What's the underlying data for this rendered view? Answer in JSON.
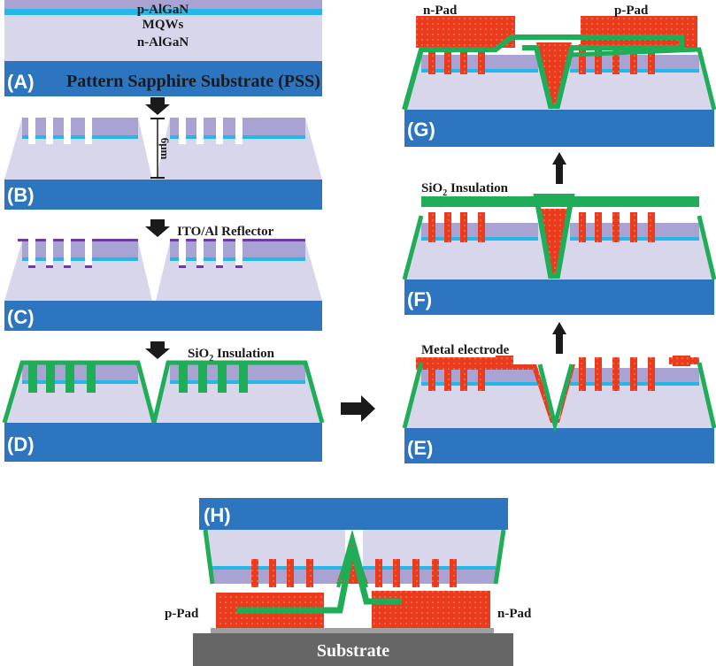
{
  "panels": {
    "A": {
      "label": "(A)",
      "layer_top": "p-AlGaN",
      "layer_mid": "MQWs",
      "layer_bottom": "n-AlGaN",
      "substrate": "Pattern Sapphire Substrate (PSS)"
    },
    "B": {
      "label": "(B)",
      "dimension": "6μm"
    },
    "C": {
      "label": "(C)",
      "step": "ITO/Al Reflector"
    },
    "D": {
      "label": "(D)",
      "step_prefix": "SiO",
      "step_sub": "2",
      "step_suffix": " Insulation"
    },
    "E": {
      "label": "(E)",
      "step": "Metal electrode"
    },
    "F": {
      "label": "(F)",
      "step_prefix": "SiO",
      "step_sub": "2",
      "step_suffix": " Insulation"
    },
    "G": {
      "label": "(G)",
      "n_pad": "n-Pad",
      "p_pad": "p-Pad"
    },
    "H": {
      "label": "(H)",
      "p_pad": "p-Pad",
      "n_pad": "n-Pad",
      "substrate": "Substrate"
    }
  },
  "colors": {
    "sapphire": "#2e75c0",
    "n_algan": "#d7d6ea",
    "p_algan": "#a9a3d3",
    "mqw": "#25b7e8",
    "green": "#1fae57",
    "red": "#ea3b1c",
    "purple": "#6a3da0",
    "gray": "#666666"
  }
}
